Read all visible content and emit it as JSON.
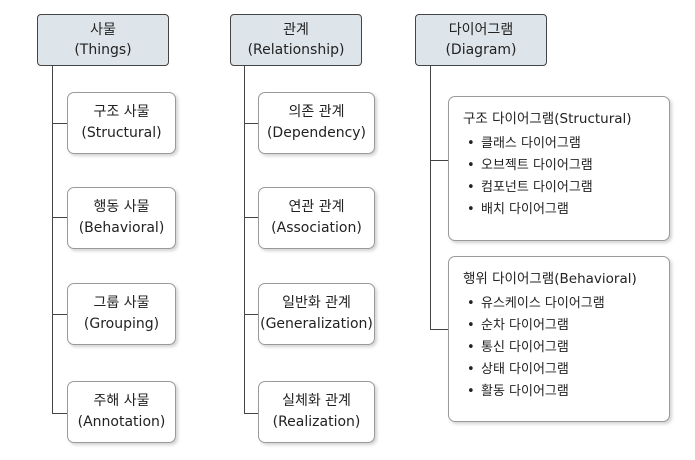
{
  "columns": [
    {
      "header": {
        "line1": "사물",
        "line2": "(Things)"
      },
      "items": [
        {
          "line1": "구조 사물",
          "line2": "(Structural)"
        },
        {
          "line1": "행동 사물",
          "line2": "(Behavioral)"
        },
        {
          "line1": "그룹 사물",
          "line2": "(Grouping)"
        },
        {
          "line1": "주해 사물",
          "line2": "(Annotation)"
        }
      ]
    },
    {
      "header": {
        "line1": "관계",
        "line2": "(Relationship)"
      },
      "items": [
        {
          "line1": "의존 관계",
          "line2": "(Dependency)"
        },
        {
          "line1": "연관 관계",
          "line2": "(Association)"
        },
        {
          "line1": "일반화 관계",
          "line2": "(Generalization)"
        },
        {
          "line1": "실체화 관계",
          "line2": "(Realization)"
        }
      ]
    }
  ],
  "diagram": {
    "header": {
      "line1": "다이어그램",
      "line2": "(Diagram)"
    },
    "structural": {
      "title": "구조 다이어그램(Structural)",
      "bullet": "•",
      "items": [
        "클래스 다이어그램",
        "오브젝트 다이어그램",
        "컴포넌트 다이어그램",
        "배치 다이어그램"
      ]
    },
    "behavioral": {
      "title": "행위 다이어그램(Behavioral)",
      "bullet": "•",
      "items": [
        "유스케이스 다이어그램",
        "순차 다이어그램",
        "통신 다이어그램",
        "상태 다이어그램",
        "활동 다이어그램"
      ]
    }
  }
}
